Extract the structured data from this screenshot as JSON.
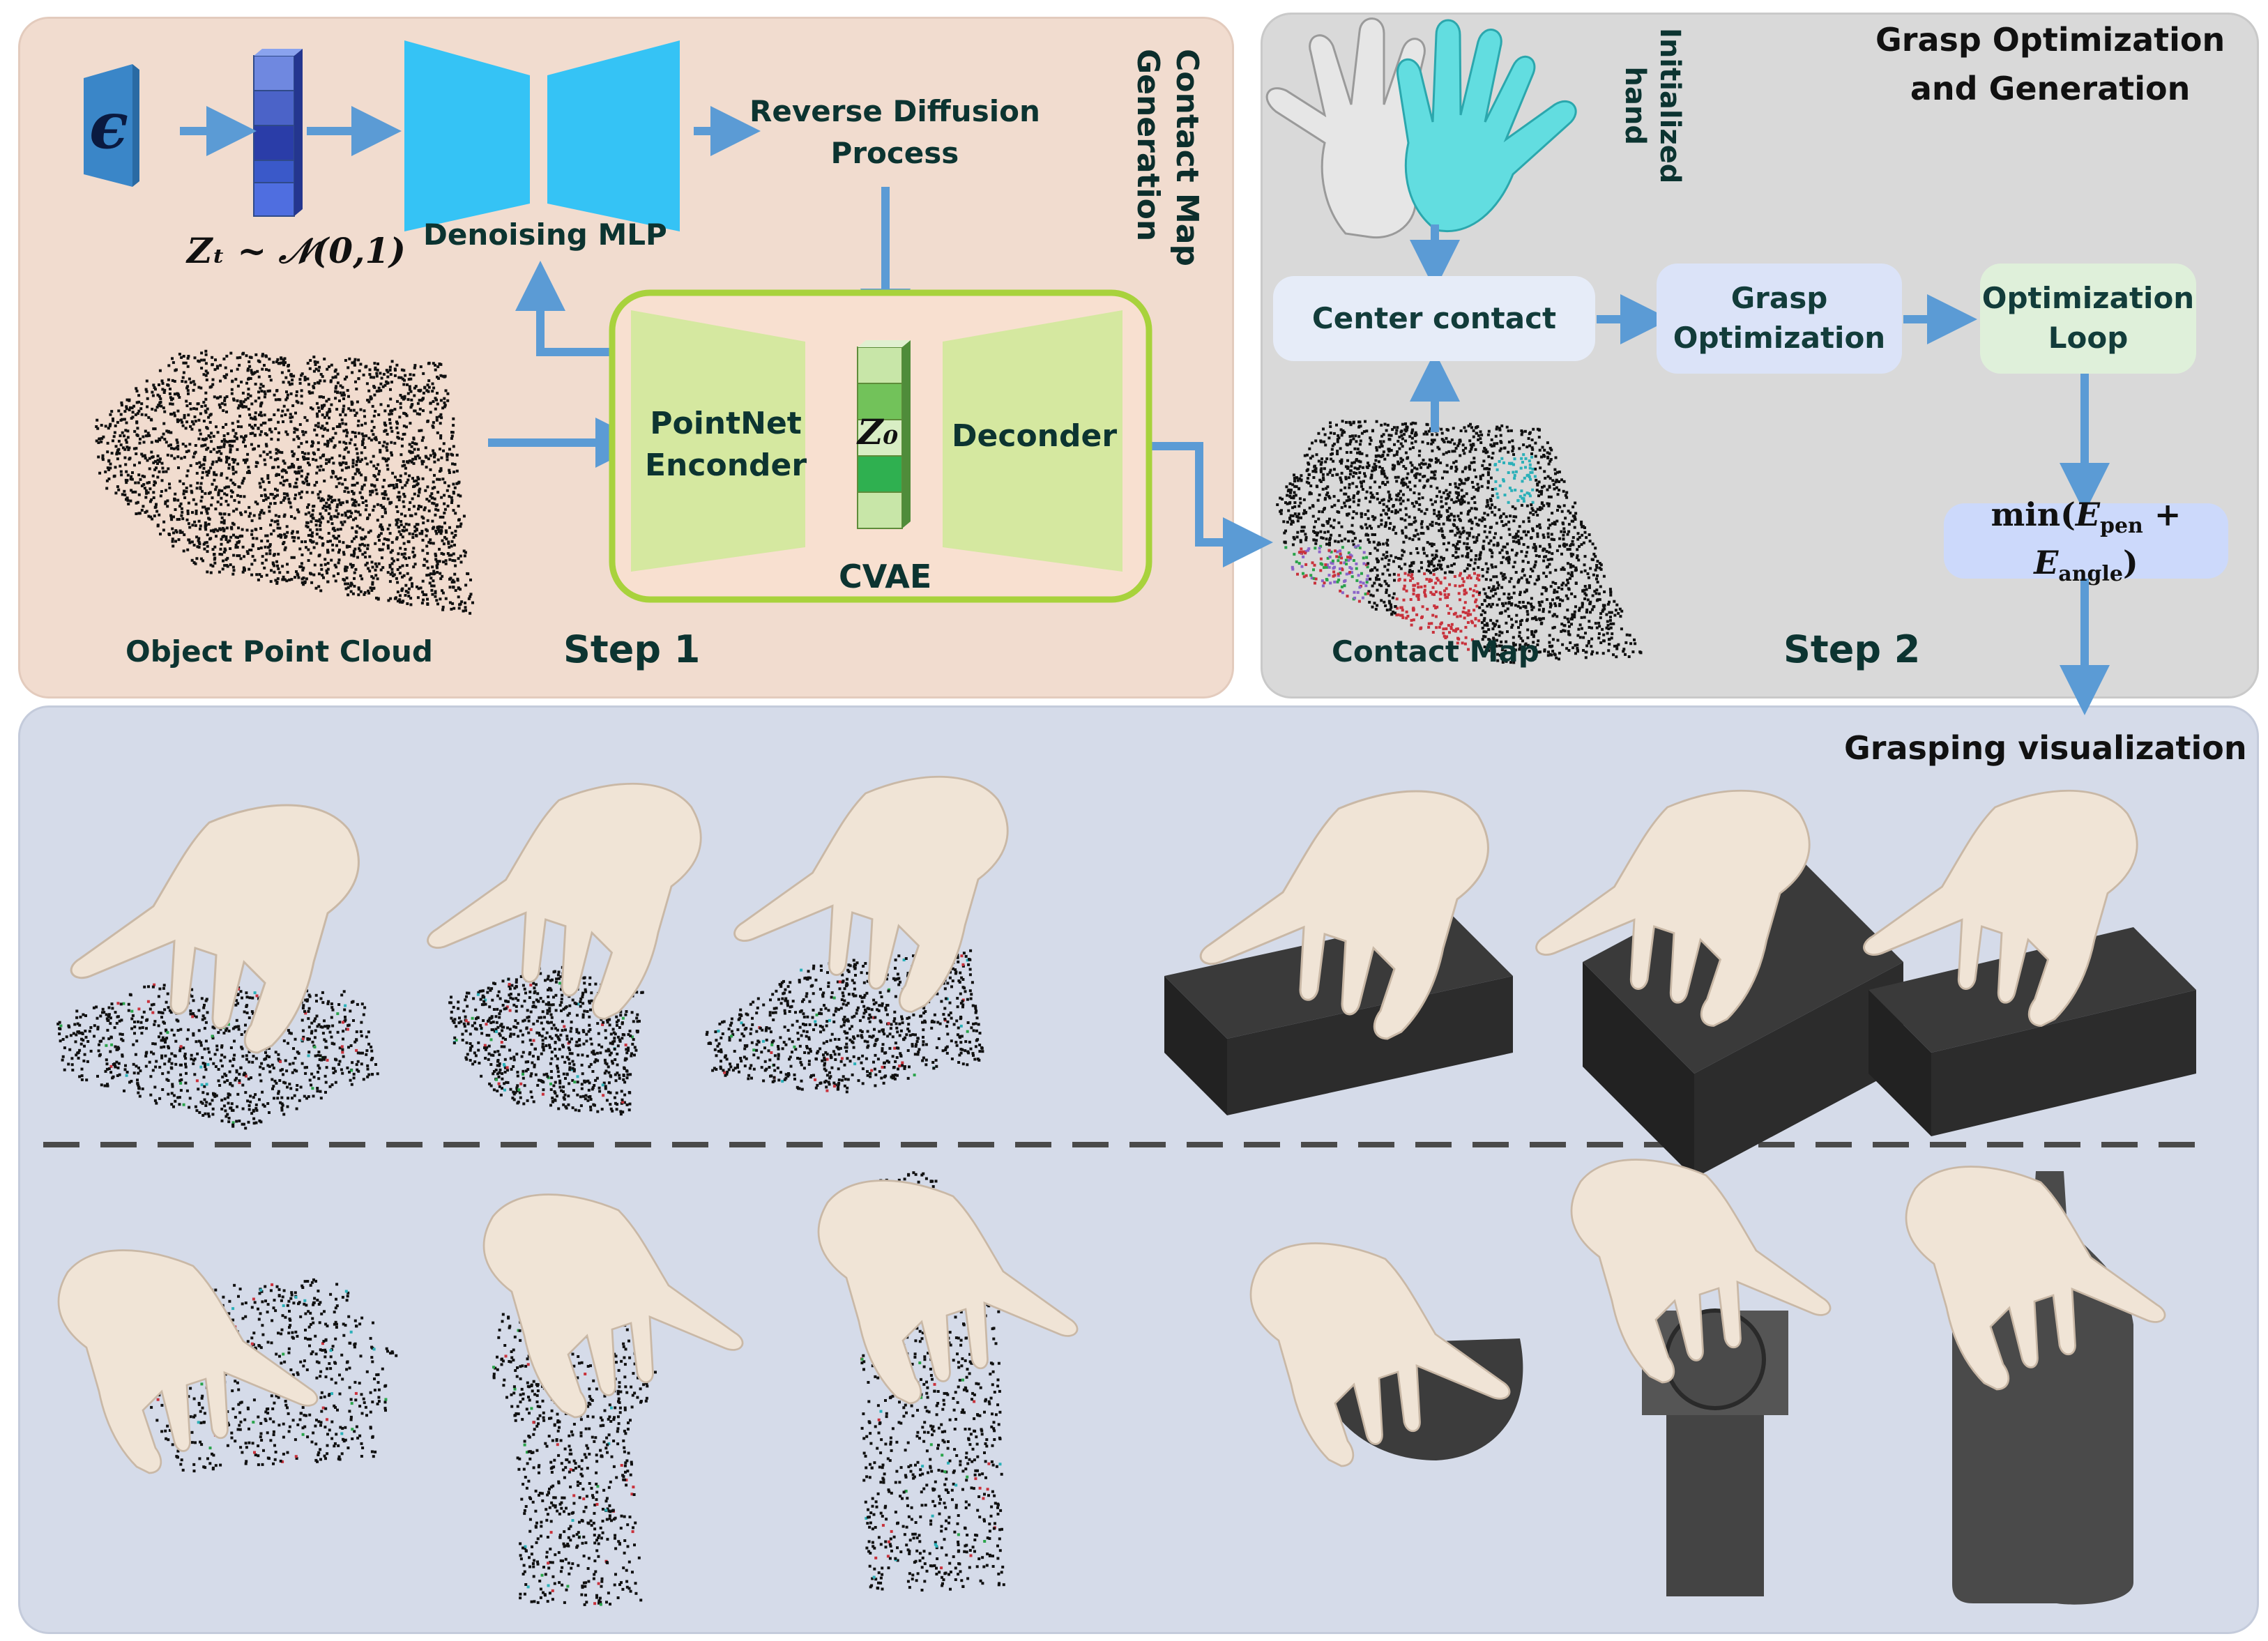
{
  "step1": {
    "title_line1": "Contact Map",
    "title_line2": "Generation",
    "step_label": "Step 1",
    "noise_symbol": "ϵ",
    "latent_label": "Zₜ ~ 𝒩(0,1)",
    "denoising_label": "Denoising MLP",
    "reverse_diffusion_line1": "Reverse Diffusion",
    "reverse_diffusion_line2": "Process",
    "encoder_line1": "PointNet",
    "encoder_line2": "Enconder",
    "z0_label": "Z₀",
    "decoder_label": "Deconder",
    "cvae_label": "CVAE",
    "point_cloud_label": "Object Point Cloud"
  },
  "step2": {
    "title_line1": "Grasp  Optimization",
    "title_line2": "and Generation",
    "init_hand_line1": "Initialized",
    "init_hand_line2": "hand",
    "center_contact": "Center contact",
    "grasp_opt_line1": "Grasp",
    "grasp_opt_line2": "Optimization",
    "opt_loop_line1": "Optimization",
    "opt_loop_line2": "Loop",
    "energy_formula": "min(E_pen + E_angle)",
    "energy_prefix": "min(",
    "energy_e1": "E",
    "energy_sub1": "pen",
    "energy_plus": " + ",
    "energy_e2": "E",
    "energy_sub2": "angle",
    "energy_suffix": ")",
    "contact_map_label": "Contact Map",
    "step_label": "Step 2"
  },
  "visualization": {
    "title": "Grasping visualization"
  },
  "colors": {
    "arrow": "#5b9bd5",
    "step1_bg": "#f1dccf",
    "step2_bg": "#d9d9d9",
    "viz_bg": "#d5dbe9",
    "mlp_blue": "#35c3f5",
    "cvae_green": "#d5e8a0",
    "cvae_border": "#a8d23c",
    "hand_skin": "#f0e4d6",
    "object_dark": "#2e2e2e"
  }
}
